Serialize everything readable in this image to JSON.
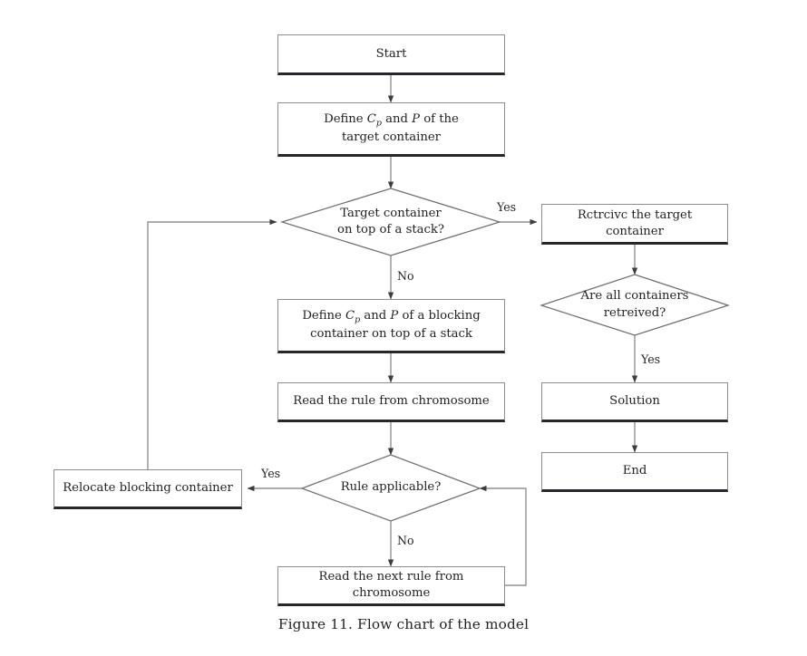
{
  "figure": {
    "caption": "Figure 11. Flow chart of the model",
    "background": "#ffffff",
    "line_color": "#4a4a4a",
    "box_border": "#8d8d8d",
    "box_shadow_edge": "#27262b",
    "text_color": "#231f20"
  },
  "chart_data": {
    "type": "diagram",
    "subtype": "flowchart",
    "title": "Figure 11. Flow chart of the model",
    "nodes": [
      {
        "id": "start",
        "shape": "process",
        "label": "Start"
      },
      {
        "id": "define_target",
        "shape": "process",
        "label": "Define Cp and P of the target container",
        "line1_pre": "Define ",
        "line1_var1": "C",
        "line1_sub1": "p",
        "line1_mid": " and ",
        "line1_var2": "P",
        "line1_post": " of the",
        "line2": "target container"
      },
      {
        "id": "on_top",
        "shape": "decision",
        "label": "Target container on top of a stack?",
        "line1": "Target container",
        "line2": "on top of a stack?"
      },
      {
        "id": "retrieve",
        "shape": "process",
        "label": "Rctrcivc the target container"
      },
      {
        "id": "all_retrieved",
        "shape": "decision",
        "label": "Are all containers retreived?",
        "line1": "Are all containers",
        "line2": "retreived?"
      },
      {
        "id": "solution",
        "shape": "process",
        "label": "Solution"
      },
      {
        "id": "end",
        "shape": "process",
        "label": "End"
      },
      {
        "id": "define_block",
        "shape": "process",
        "label": "Define Cp and P of a blocking container on top of a stack",
        "line1_pre": "Define ",
        "line1_var1": "C",
        "line1_sub1": "p",
        "line1_mid": " and ",
        "line1_var2": "P",
        "line1_post": " of a blocking",
        "line2": "container on top of a stack"
      },
      {
        "id": "read_rule",
        "shape": "process",
        "label": "Read the rule from chromosome"
      },
      {
        "id": "rule_ok",
        "shape": "decision",
        "label": "Rule applicable?",
        "line1": "Rule applicable?"
      },
      {
        "id": "relocate",
        "shape": "process",
        "label": "Relocate blocking container"
      },
      {
        "id": "read_next",
        "shape": "process",
        "label": "Read the next rule from chromosome"
      }
    ],
    "edges": [
      {
        "from": "start",
        "to": "define_target",
        "label": ""
      },
      {
        "from": "define_target",
        "to": "on_top",
        "label": ""
      },
      {
        "from": "on_top",
        "to": "retrieve",
        "label": "Yes"
      },
      {
        "from": "on_top",
        "to": "define_block",
        "label": "No"
      },
      {
        "from": "retrieve",
        "to": "all_retrieved",
        "label": ""
      },
      {
        "from": "all_retrieved",
        "to": "solution",
        "label": "Yes"
      },
      {
        "from": "solution",
        "to": "end",
        "label": ""
      },
      {
        "from": "define_block",
        "to": "read_rule",
        "label": ""
      },
      {
        "from": "read_rule",
        "to": "rule_ok",
        "label": ""
      },
      {
        "from": "rule_ok",
        "to": "relocate",
        "label": "Yes"
      },
      {
        "from": "rule_ok",
        "to": "read_next",
        "label": "No"
      },
      {
        "from": "read_next",
        "to": "rule_ok",
        "label": ""
      },
      {
        "from": "relocate",
        "to": "on_top",
        "label": ""
      }
    ],
    "edge_labels": {
      "on_top_yes": "Yes",
      "on_top_no": "No",
      "all_retrieved_yes": "Yes",
      "rule_ok_yes": "Yes",
      "rule_ok_no": "No"
    }
  }
}
